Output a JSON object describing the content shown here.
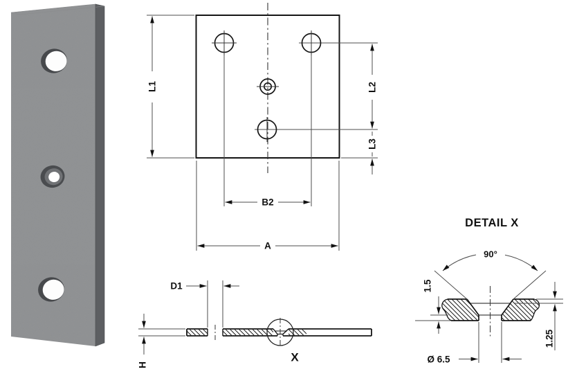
{
  "labels": {
    "top_view": {
      "l1": "L1",
      "l2": "L2",
      "l3": "L3",
      "b2": "B2",
      "a": "A"
    },
    "side_view": {
      "d1": "D1",
      "h": "H",
      "detail_marker": "X"
    },
    "detail_view": {
      "title": "DETAIL X",
      "angle": "90°",
      "csk_cyl_height": "1.5",
      "lip_depth": "1.25",
      "hole_diameter": "Ø 6.5"
    }
  },
  "colors": {
    "object_line": "#141414",
    "dimension_line": "#4d4d4d",
    "background": "#ffffff",
    "plate_face": "#8f9193",
    "plate_side_edge": "#5d5f62",
    "plate_top_edge": "#b5b6b8",
    "hole_bore": "#47494c"
  }
}
